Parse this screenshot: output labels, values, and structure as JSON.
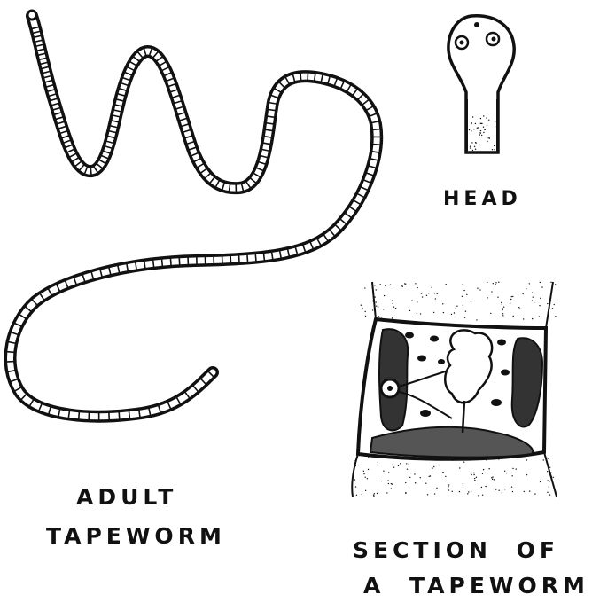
{
  "labels": {
    "head": "HEAD",
    "adult_line1": "ADULT",
    "adult_line2": "TAPEWORM",
    "section_line1": "SECTION OF",
    "section_line2": "A TAPEWORM"
  },
  "colors": {
    "ink": "#111111",
    "paper": "#ffffff"
  }
}
